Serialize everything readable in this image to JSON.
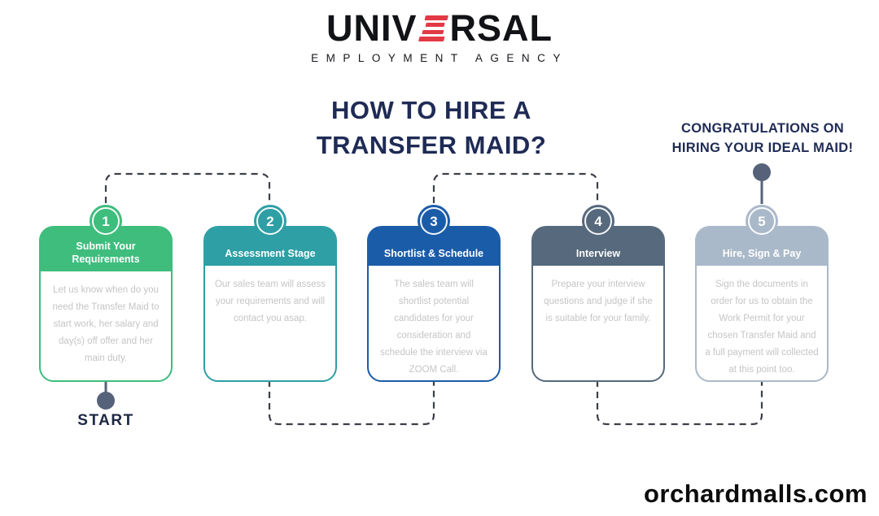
{
  "brand": {
    "logo_left": "UNIV",
    "logo_right": "RSAL",
    "logo_sub": "EMPLOYMENT AGENCY",
    "logo_red": "#e23944"
  },
  "title": {
    "line1": "HOW TO HIRE A",
    "line2": "TRANSFER MAID?"
  },
  "congrats": {
    "line1": "CONGRATULATIONS ON",
    "line2": "HIRING YOUR IDEAL MAID!"
  },
  "start_label": "START",
  "website": "orchardmalls.com",
  "colors": {
    "step1_green": "#3ebd7d",
    "step2_teal": "#2d9fa5",
    "step3_blue": "#1b5ca9",
    "step4_slate": "#56697d",
    "step5_lightslate": "#aab9c9",
    "headline_navy": "#1f2b55",
    "connector_dot": "#55627a",
    "dashed_line": "#3b3f47",
    "body_text": "#c5c5c5"
  },
  "steps": [
    {
      "number": "1",
      "title": "Submit Your Requirements",
      "body": "Let us know when do you need the Transfer Maid to start work, her salary and day(s) off offer and her main duty.",
      "color": "#3ebd7d"
    },
    {
      "number": "2",
      "title": "Assessment Stage",
      "body": "Our sales team will assess your requirements and will contact you asap.",
      "color": "#2d9fa5"
    },
    {
      "number": "3",
      "title": "Shortlist & Schedule",
      "body": "The sales team will shortlist potential candidates for your consideration and schedule the interview via ZOOM Call.",
      "color": "#1b5ca9"
    },
    {
      "number": "4",
      "title": "Interview",
      "body": "Prepare your interview questions and judge if she is suitable for your family.",
      "color": "#56697d"
    },
    {
      "number": "5",
      "title": "Hire, Sign & Pay",
      "body": "Sign the documents in order for us to obtain the Work Permit for your chosen Transfer Maid and a full payment will collected at this point too.",
      "color": "#aab9c9"
    }
  ]
}
